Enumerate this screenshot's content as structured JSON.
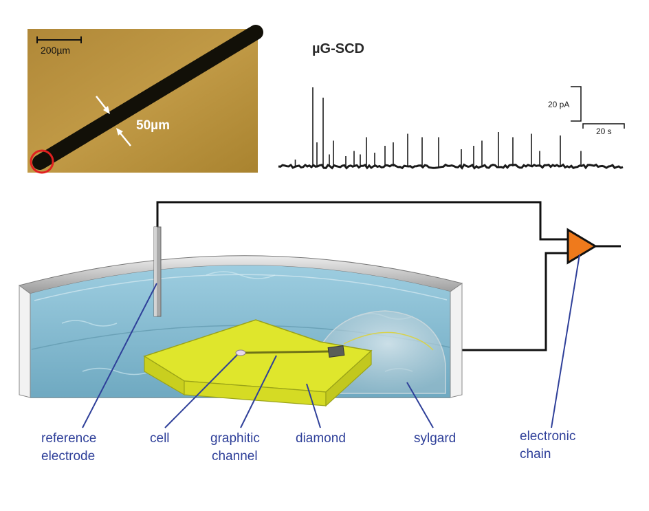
{
  "micrograph": {
    "scalebar_label": "200µm",
    "width_label": "50µm"
  },
  "trace": {
    "title": "µG-SCD",
    "y_scale_label": "20 pA",
    "x_scale_label": "20 s",
    "spike_positions_s": [
      1.5,
      10,
      12,
      15,
      18,
      20,
      26,
      30,
      33,
      36,
      40,
      45,
      49,
      56,
      63,
      71,
      82,
      88,
      92,
      100,
      107,
      116,
      120,
      130,
      140
    ],
    "spike_heights_pA": [
      4,
      46,
      14,
      40,
      7,
      15,
      6,
      9,
      7,
      17,
      8,
      12,
      14,
      19,
      17,
      17,
      10,
      12,
      15,
      20,
      17,
      19,
      9,
      18,
      9
    ]
  },
  "labels": {
    "reference_line1": "reference",
    "reference_line2": "electrode",
    "cell": "cell",
    "graphitic_line1": "graphitic",
    "graphitic_line2": "channel",
    "diamond": "diamond",
    "sylgard": "sylgard",
    "electronic_line1": "electronic",
    "electronic_line2": "chain"
  },
  "colors": {
    "label_blue": "#2e3f99",
    "diamond_yellow": "#e6ec2a",
    "water": "#8fc1d6",
    "amplifier": "#ef7a1c",
    "micrograph_bg": "#b68d3c"
  }
}
